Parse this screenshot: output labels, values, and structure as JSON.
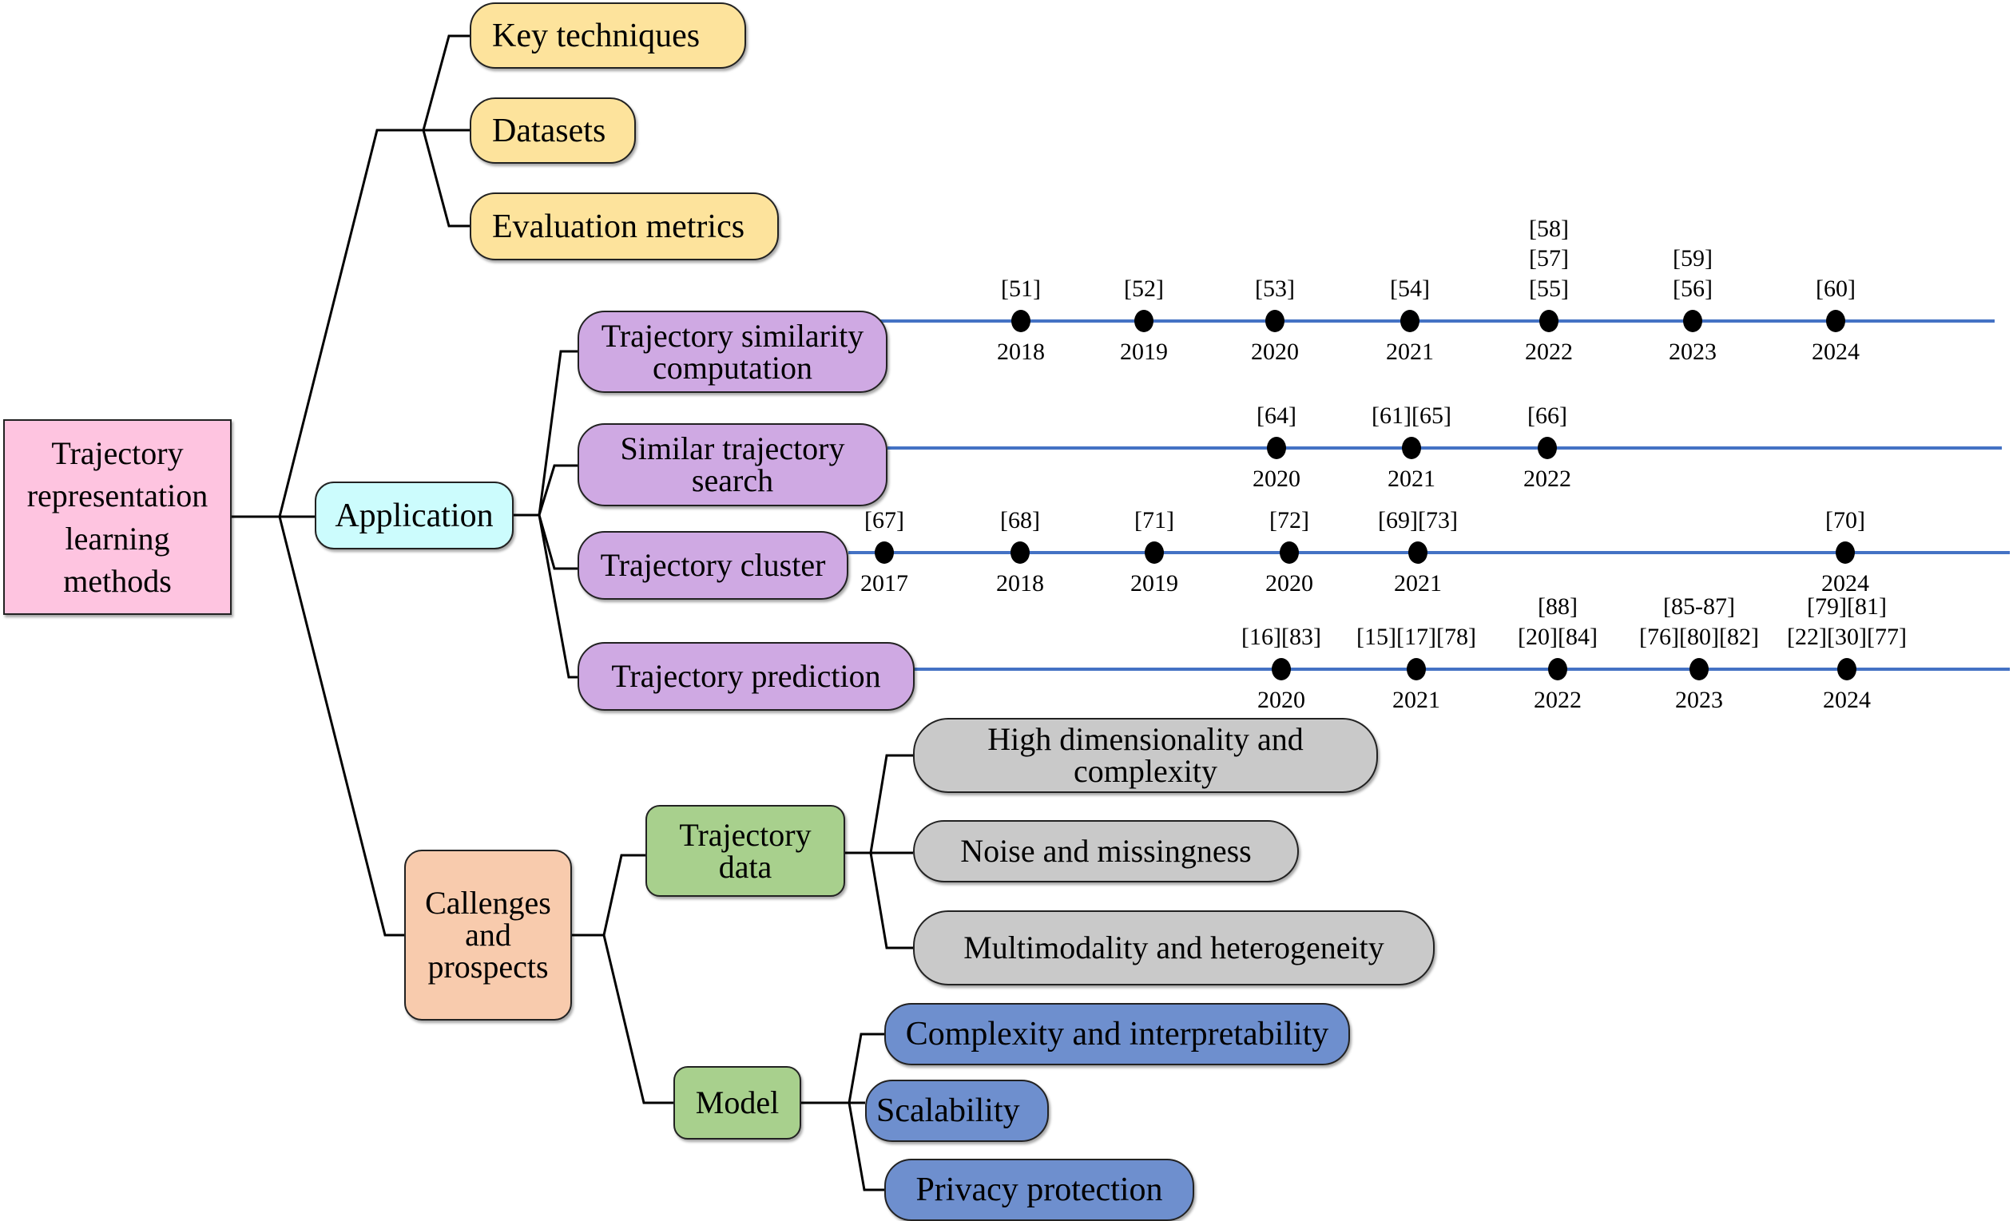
{
  "root": {
    "label": "Trajectory representation learning methods",
    "color": "#fec4e0"
  },
  "branch_overview": {
    "items": [
      {
        "label": "Key techniques"
      },
      {
        "label": "Datasets"
      },
      {
        "label": "Evaluation metrics"
      }
    ],
    "color": "#fde39c"
  },
  "application": {
    "label": "Application",
    "color": "#ccfcfd",
    "tasks": [
      {
        "label": "Trajectory similarity computation",
        "timeline": [
          {
            "year": "2018",
            "cites": [
              "[51]"
            ]
          },
          {
            "year": "2019",
            "cites": [
              "[52]"
            ]
          },
          {
            "year": "2020",
            "cites": [
              "[53]"
            ]
          },
          {
            "year": "2021",
            "cites": [
              "[54]"
            ]
          },
          {
            "year": "2022",
            "cites": [
              "[58]",
              "[57]",
              "[55]"
            ]
          },
          {
            "year": "2023",
            "cites": [
              "[59]",
              "[56]"
            ]
          },
          {
            "year": "2024",
            "cites": [
              "[60]"
            ]
          }
        ]
      },
      {
        "label": "Similar trajectory search",
        "timeline": [
          {
            "year": "2020",
            "cites": [
              "[64]"
            ]
          },
          {
            "year": "2021",
            "cites": [
              "[61][65]"
            ]
          },
          {
            "year": "2022",
            "cites": [
              "[66]"
            ]
          }
        ]
      },
      {
        "label": "Trajectory cluster",
        "timeline": [
          {
            "year": "2017",
            "cites": [
              "[67]"
            ]
          },
          {
            "year": "2018",
            "cites": [
              "[68]"
            ]
          },
          {
            "year": "2019",
            "cites": [
              "[71]"
            ]
          },
          {
            "year": "2020",
            "cites": [
              "[72]"
            ]
          },
          {
            "year": "2021",
            "cites": [
              "[69][73]"
            ]
          },
          {
            "year": "2024",
            "cites": [
              "[70]"
            ]
          }
        ]
      },
      {
        "label": "Trajectory prediction",
        "timeline": [
          {
            "year": "2020",
            "cites": [
              "[16][83]"
            ]
          },
          {
            "year": "2021",
            "cites": [
              "[15][17][78]"
            ]
          },
          {
            "year": "2022",
            "cites": [
              "[88]",
              "[20][84]"
            ]
          },
          {
            "year": "2023",
            "cites": [
              "[85-87]",
              "[76][80][82]"
            ]
          },
          {
            "year": "2024",
            "cites": [
              "[79][81]",
              "[22][30][77]"
            ]
          }
        ]
      }
    ],
    "task_color": "#cfa9e3",
    "timeline_color": "#4472c4"
  },
  "challenges": {
    "label": "Callenges and prospects",
    "color": "#f8cbad",
    "groups": [
      {
        "label": "Trajectory data",
        "color": "#a8d08d",
        "items": [
          {
            "label": "High dimensionality and complexity"
          },
          {
            "label": "Noise and missingness"
          },
          {
            "label": "Multimodality and heterogeneity"
          }
        ],
        "item_color": "#c9c9c9"
      },
      {
        "label": "Model",
        "color": "#a8d08d",
        "items": [
          {
            "label": "Complexity and interpretability"
          },
          {
            "label": "Scalability"
          },
          {
            "label": "Privacy protection"
          }
        ],
        "item_color": "#6e8fce"
      }
    ]
  }
}
